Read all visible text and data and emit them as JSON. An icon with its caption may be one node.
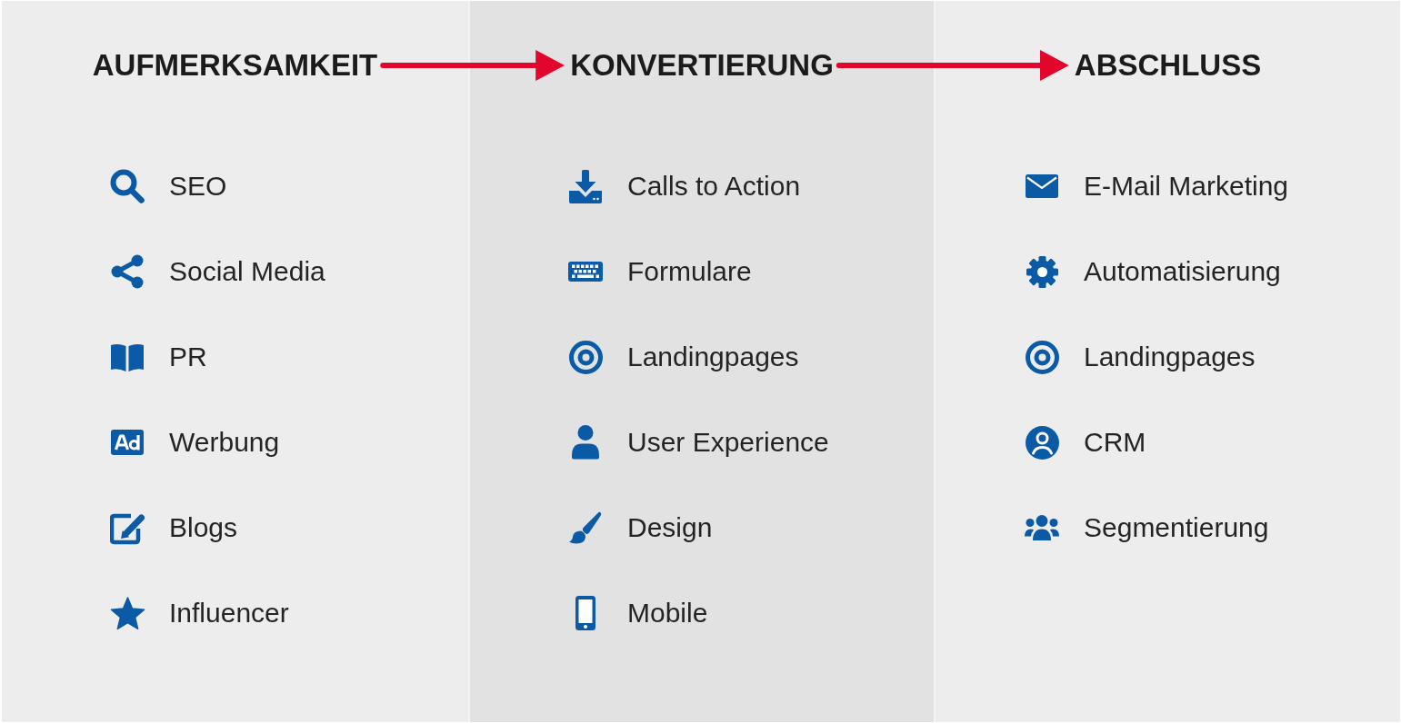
{
  "diagram": {
    "nodes": [
      {
        "text": [
          "SEO",
          "Social Media",
          "PR",
          "Werbung",
          "Blogs",
          "Influencer"
        ]
      },
      {
        "text": [
          "AUFMERKSAMKEIT"
        ],
        "in": 0
      },
      {
        "text": [
          "Calls to Action",
          "Formulare",
          "Landingpages",
          "User Experience",
          "Design",
          "Mobile"
        ]
      },
      {
        "text": [
          "KONVERTIERUNG"
        ],
        "in": 2
      },
      {
        "text": [
          "E-Mail Marketing",
          "Automatisierung",
          "Landingpages",
          "CRM",
          "Segmentierung"
        ]
      },
      {
        "text": [
          "ABSCHLUSS"
        ],
        "in": 4
      }
    ],
    "edges": [
      {
        "from": 1,
        "to": 3,
        "arrow": "to"
      },
      {
        "from": 3,
        "to": 5,
        "arrow": "to"
      }
    ]
  }
}
